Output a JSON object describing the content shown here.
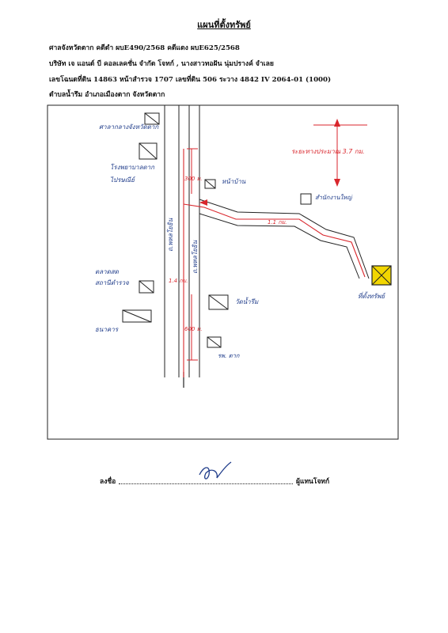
{
  "title": "แผนที่ตั้งทรัพย์",
  "header": {
    "line1": "ศาลจังหวัดตาก   คดีดำ ผบE490/2568   คดีแดง ผบE625/2568",
    "line2": "บริษัท เจ แอนด์ บี คอลเลคชั่น จำกัด โจทก์ ,  นางสาวทอฝัน นุ่มปรางค์ จำเลย",
    "line3": "เลขโฉนดที่ดิน  14863  หน้าสำรวจ  1707  เลขที่ดิน  506  ระวาง  4842 IV 2064-01 (1000)",
    "line4": "ตำบลน้ำรึม  อำเภอเมืองตาก  จังหวัดตาก"
  },
  "map": {
    "road_name_1": "ถ.พหลโยธิน",
    "road_name_2": "ถ.พหลโยธิน",
    "landmarks": [
      "ศาลากลางจังหวัดตาก",
      "โรงพยาบาลตาก",
      "ไปรษณีย์",
      "ตลาดสด",
      "สถานีตำรวจ",
      "ธนาคาร",
      "หน้าบ้าน",
      "สำนักงานใหญ่",
      "รพ. ตาก",
      "วัดน้ำรึม"
    ],
    "distance_top": "ระยะทางประมาณ 3.7 กม.",
    "distance_mid": "1.1 กม.",
    "dist_a": "300 ม.",
    "dist_b": "1.4 กม.",
    "dist_c": "600 ม.",
    "property_label": "ที่ตั้งทรัพย์"
  },
  "signature": {
    "label": "ลงชื่อ",
    "role": "ผู้แทนโจทก์"
  }
}
